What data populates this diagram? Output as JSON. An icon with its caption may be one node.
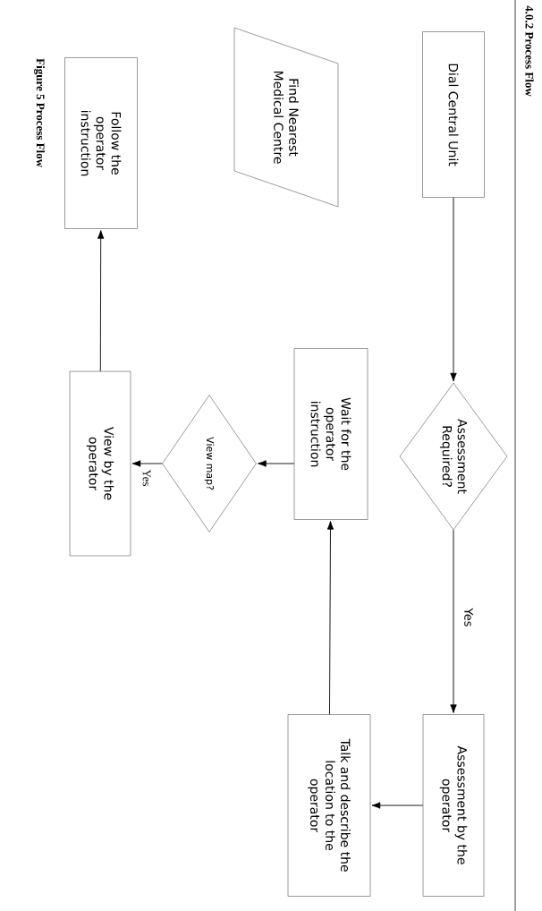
{
  "diagram": {
    "title": "4.0.2 Process Flow",
    "caption": "Figure 5 Process Flow",
    "nodes": [
      {
        "text": [
          "Dial Central Unit"
        ]
      },
      {
        "text": [
          "Assessment Required?"
        ]
      },
      {
        "text": [
          "Assessment by the operator"
        ]
      },
      {
        "text": [
          "Talk and describe the location to the operator"
        ]
      },
      {
        "text": [
          "Wait for the operator instruction"
        ]
      },
      {
        "text": [
          "View map?"
        ]
      },
      {
        "text": [
          "View by the operator"
        ]
      },
      {
        "text": [
          "Follow the operator instruction"
        ]
      },
      {
        "text": [
          "Find Nearest Medical Centre"
        ]
      }
    ],
    "edges": [
      {
        "from": 0,
        "to": 1,
        "arrow": "to"
      },
      {
        "from": 1,
        "to": 2,
        "arrow": "to",
        "label": "Yes"
      },
      {
        "from": 2,
        "to": 3,
        "arrow": "to"
      },
      {
        "from": 3,
        "to": 4,
        "arrow": "to"
      },
      {
        "from": 4,
        "to": 5,
        "arrow": "to"
      },
      {
        "from": 5,
        "to": 6,
        "arrow": "to",
        "label": "Yes"
      },
      {
        "from": 6,
        "to": 7,
        "arrow": "to"
      }
    ]
  }
}
